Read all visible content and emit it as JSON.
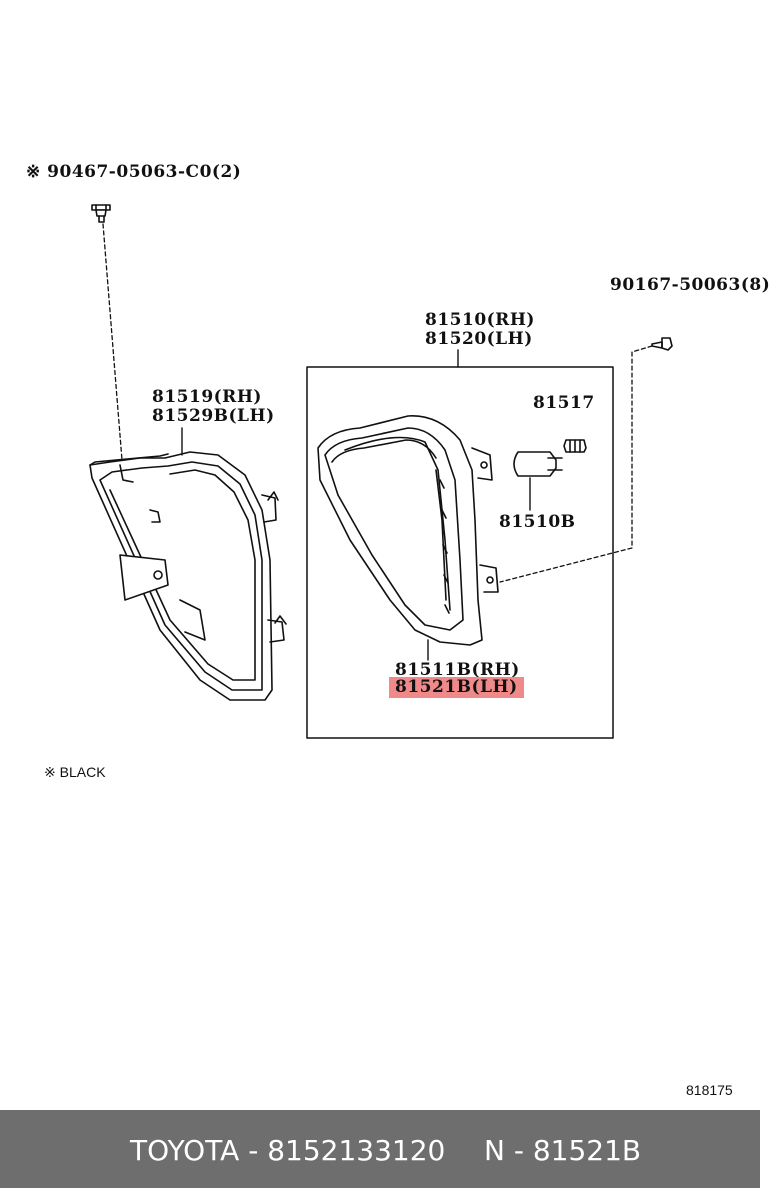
{
  "labels": {
    "bolt_top_left": "※ 90467-05063-C0(2)",
    "screw_right": "90167-50063(8)",
    "assy_rh": "81510(RH)",
    "assy_lh": "81520(LH)",
    "bracket_rh": "81519(RH)",
    "bracket_lh": "81529B(LH)",
    "bulb": "81517",
    "socket": "81510B",
    "lens_rh": "81511B(RH)",
    "lens_lh_highlighted": "81521B(LH)",
    "note_black": "※  BLACK",
    "figure_number": "818175"
  },
  "footer": {
    "part_number": "TOYOTA - 8152133120",
    "ref_number": "N - 81521B"
  },
  "colors": {
    "highlight": "#f08a8a",
    "footer_bg": "#6e6e6e",
    "footer_text": "#ffffff",
    "line": "#111111"
  }
}
